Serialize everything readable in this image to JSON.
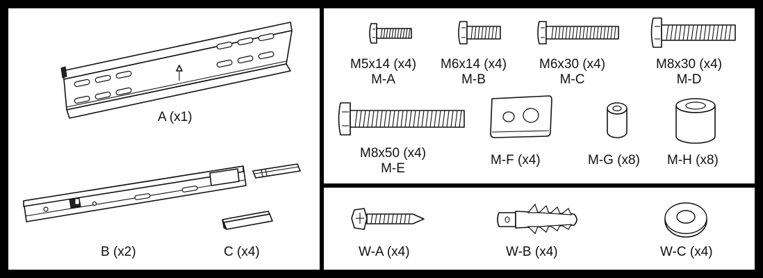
{
  "left_panel": {
    "plate_label": "A (x1)",
    "arm_label": "B (x2)",
    "spacer_label": "C (x4)"
  },
  "screws": [
    {
      "size": "M5x14 (x4)",
      "code": "M-A"
    },
    {
      "size": "M6x14 (x4)",
      "code": "M-B"
    },
    {
      "size": "M6x30 (x4)",
      "code": "M-C"
    },
    {
      "size": "M8x30 (x4)",
      "code": "M-D"
    },
    {
      "size": "M8x50 (x4)",
      "code": "M-E"
    }
  ],
  "hardware": [
    {
      "label": "M-F (x4)"
    },
    {
      "label": "M-G (x8)"
    },
    {
      "label": "M-H (x8)"
    }
  ],
  "wall_hardware": [
    {
      "label": "W-A (x4)"
    },
    {
      "label": "W-B (x4)"
    },
    {
      "label": "W-C (x4)"
    }
  ]
}
